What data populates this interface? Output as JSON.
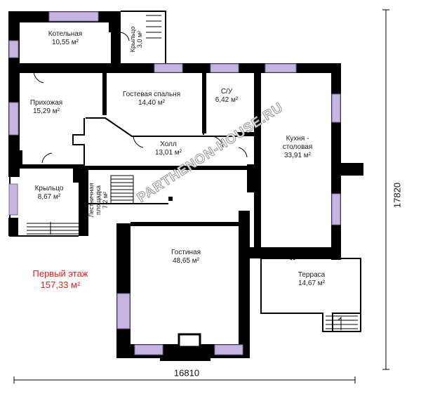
{
  "rooms": {
    "kotelnaya": {
      "name": "Котельная",
      "area": "10,55 м²"
    },
    "gostevaya": {
      "name": "Гостевая спальня",
      "area": "14,40 м²"
    },
    "su": {
      "name": "С/У",
      "area": "6,42 м²"
    },
    "prihozhaya": {
      "name": "Прихожая",
      "area": "15,29 м²"
    },
    "holl": {
      "name": "Холл",
      "area": "13,01 м²"
    },
    "kuhnya": {
      "name": "Кухня -",
      "name2": "столовая",
      "area": "33,91 м²"
    },
    "krylco_left": {
      "name": "Крыльцо",
      "area": "8,67 м²"
    },
    "krylco_top": {
      "name": "Крыльцо",
      "area": "3,0 м²"
    },
    "lestnichnaya": {
      "name": "Лестничная",
      "name2": "площадка",
      "area": "7,2 м²"
    },
    "gostinaya": {
      "name": "Гостиная",
      "area": "48,65 м²"
    },
    "terrasa": {
      "name": "Терраса",
      "area": "14,67 м²"
    }
  },
  "floor": {
    "title": "Первый этаж",
    "area": "157,33 м²"
  },
  "dimensions": {
    "width": "16810",
    "height": "17820"
  },
  "watermark": "PARTHENON-HOUSE.RU",
  "colors": {
    "wall": "#000000",
    "window": "#c8b4e0",
    "floor_title": "#e02020"
  }
}
